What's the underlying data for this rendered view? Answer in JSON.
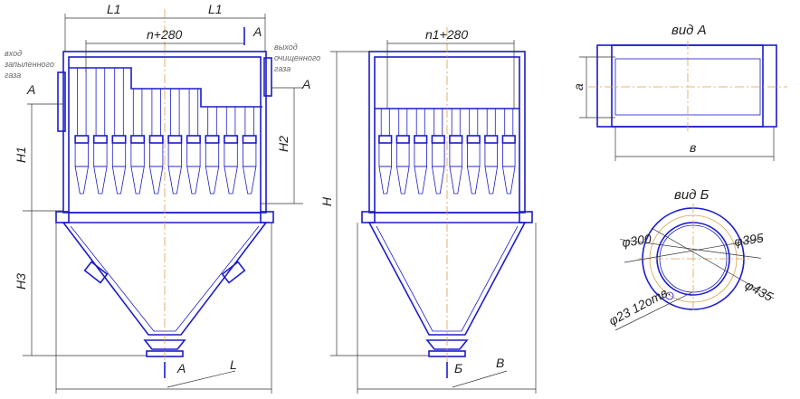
{
  "left_view": {
    "dim_l1_left": "L1",
    "dim_l1_right": "L1",
    "dim_n280": "n+280",
    "inlet_label": [
      "вход",
      "запыленного",
      "газа"
    ],
    "outlet_label": [
      "выход",
      "очищенного",
      "газа"
    ],
    "dim_h1": "H1",
    "dim_h2": "H2",
    "dim_h3": "H3",
    "dim_l": "L",
    "section_a_left": "A",
    "section_a_top": "A",
    "section_a_right": "A",
    "section_a_bottom": "A",
    "cyclone_count": 10
  },
  "middle_view": {
    "dim_n1280": "n1+280",
    "dim_h": "H",
    "dim_b": "B",
    "view_b_mark": "Б",
    "cyclone_count": 8
  },
  "view_a": {
    "title": "вид А",
    "dim_a": "a",
    "dim_v": "в"
  },
  "view_b": {
    "title": "вид Б",
    "dim_300": "φ300",
    "dim_395": "φ395",
    "dim_435": "φ435",
    "dim_holes": "φ23 12отв."
  }
}
